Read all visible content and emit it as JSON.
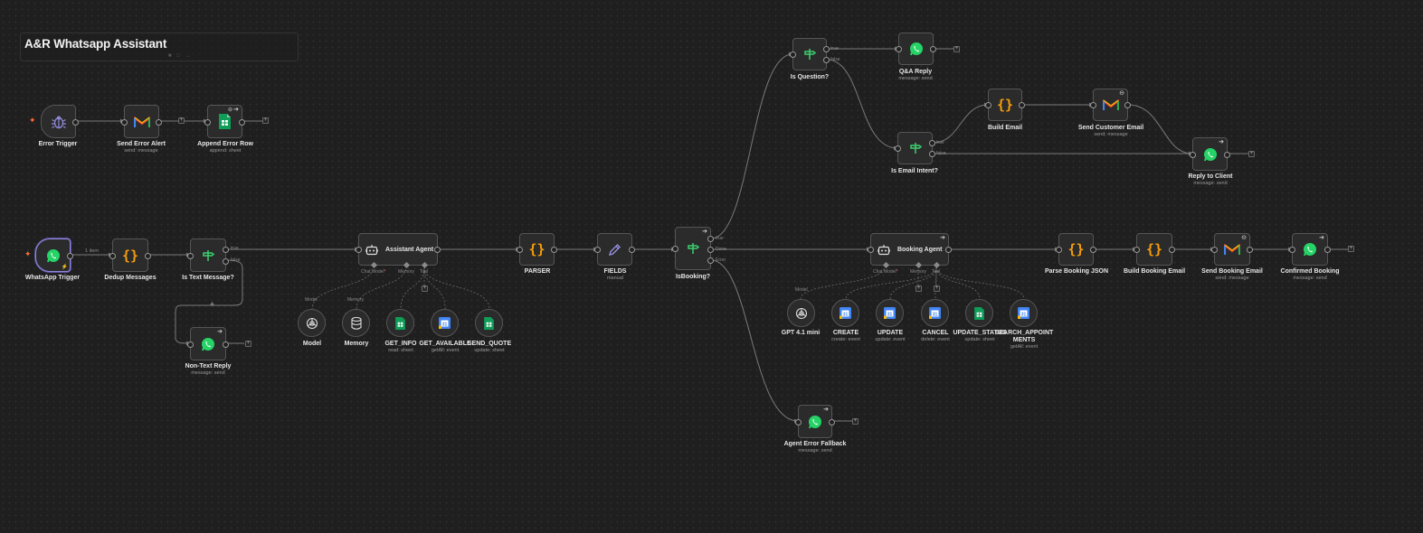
{
  "workflow": {
    "title": "A&R Whatsapp Assistant"
  },
  "nodes": {
    "error_trigger": {
      "label": "Error Trigger"
    },
    "send_error_alert": {
      "label": "Send Error Alert",
      "sub": "send: message"
    },
    "append_error_row": {
      "label": "Append Error Row",
      "sub": "append: sheet"
    },
    "whatsapp_trigger": {
      "label": "WhatsApp Trigger"
    },
    "dedup_messages": {
      "label": "Dedup Messages"
    },
    "is_text_message": {
      "label": "Is Text Message?"
    },
    "non_text_reply": {
      "label": "Non-Text Reply",
      "sub": "message: send"
    },
    "assistant_agent": {
      "label": "Assistant Agent"
    },
    "model": {
      "label": "Model"
    },
    "memory": {
      "label": "Memory"
    },
    "get_info": {
      "label": "GET_INFO",
      "sub": "read: sheet"
    },
    "get_available": {
      "label": "GET_AVAILABLE",
      "sub": "getAll: event"
    },
    "send_quote": {
      "label": "SEND_QUOTE",
      "sub": "update: sheet"
    },
    "parser": {
      "label": "PARSER"
    },
    "fields": {
      "label": "FIELDS",
      "sub": "manual"
    },
    "is_booking": {
      "label": "IsBooking?"
    },
    "is_question": {
      "label": "Is Question?"
    },
    "qa_reply": {
      "label": "Q&A Reply",
      "sub": "message: send"
    },
    "is_email_intent": {
      "label": "Is Email Intent?"
    },
    "build_email": {
      "label": "Build Email"
    },
    "send_customer_email": {
      "label": "Send Customer Email",
      "sub": "send: message"
    },
    "reply_to_client": {
      "label": "Reply to Client",
      "sub": "message: send"
    },
    "booking_agent": {
      "label": "Booking Agent"
    },
    "gpt_mini": {
      "label": "GPT 4.1 mini"
    },
    "create": {
      "label": "CREATE",
      "sub": "create: event"
    },
    "update": {
      "label": "UPDATE",
      "sub": "update: event"
    },
    "cancel": {
      "label": "CANCEL",
      "sub": "delete: event"
    },
    "update_status": {
      "label": "UPDATE_STATUS",
      "sub": "update: sheet"
    },
    "search_appointments": {
      "label": "SEARCH_APPOINTMENTS",
      "sub": "getAll: event"
    },
    "agent_error_fallback": {
      "label": "Agent Error Fallback",
      "sub": "message: send"
    },
    "parse_booking_json": {
      "label": "Parse Booking JSON"
    },
    "build_booking_email": {
      "label": "Build Booking Email"
    },
    "send_booking_email": {
      "label": "Send Booking Email",
      "sub": "send: message"
    },
    "confirmed_booking": {
      "label": "Confirmed Booking",
      "sub": "message: send"
    }
  },
  "ports": {
    "true": "true",
    "false": "false",
    "done": "Done",
    "error": "Error",
    "chat_model": "Chat Model",
    "memory": "Memory",
    "tool": "Tool",
    "model": "Model",
    "required": "*"
  },
  "edges": {
    "one_item": "1 item"
  },
  "icons": {
    "error_trigger": "bug-icon",
    "gmail": "gmail-icon",
    "sheets": "google-sheets-icon",
    "whatsapp": "whatsapp-icon",
    "code": "code-braces-icon",
    "if": "if-branch-icon",
    "agent": "robot-icon",
    "openai": "openai-icon",
    "memory": "database-icon",
    "calendar": "google-calendar-icon",
    "set": "pencil-icon"
  },
  "colors": {
    "canvas": "#1f1f1f",
    "node_bg": "#2b2b2b",
    "node_border": "#555555",
    "wire": "#7a7a7a",
    "code_orange": "#f59e0b",
    "if_green": "#3ccf6f",
    "whatsapp_green": "#25d366",
    "selected_purple": "#8f88d8",
    "trigger_bolt": "#ff6a3d"
  }
}
